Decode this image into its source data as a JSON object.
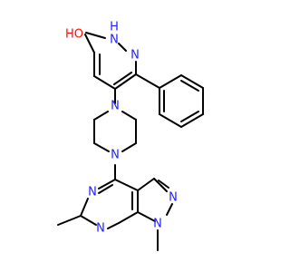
{
  "molecule": {
    "colors": {
      "carbon_bond": "#000000",
      "nitrogen": "#1f1fff",
      "oxygen": "#ff0d0d",
      "background": "#ffffff"
    },
    "atoms": [
      {
        "id": "a_NH",
        "text": "N",
        "elem": "N"
      },
      {
        "id": "a_H",
        "text": "H",
        "elem": "N"
      },
      {
        "id": "a_HO",
        "text": "HO",
        "elem": "O"
      },
      {
        "id": "a_N2",
        "text": "N",
        "elem": "N"
      },
      {
        "id": "a_Npip1",
        "text": "N",
        "elem": "N"
      },
      {
        "id": "a_Npip2",
        "text": "N",
        "elem": "N"
      },
      {
        "id": "a_N5",
        "text": "N",
        "elem": "N"
      },
      {
        "id": "a_N7",
        "text": "N",
        "elem": "N"
      },
      {
        "id": "a_N9",
        "text": "N",
        "elem": "N"
      },
      {
        "id": "a_N8",
        "text": "N",
        "elem": "N"
      }
    ]
  }
}
